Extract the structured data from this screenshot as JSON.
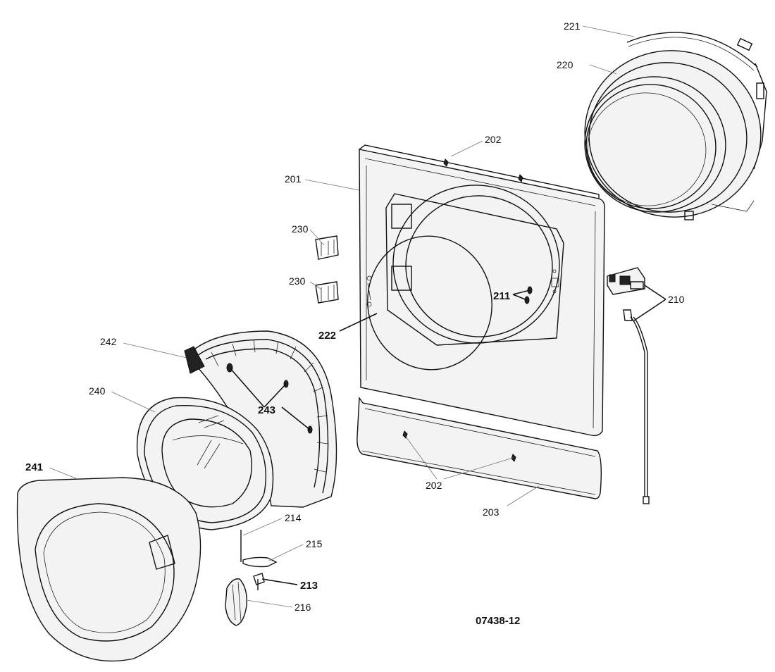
{
  "diagram": {
    "figure_code": "07438-12",
    "labels": {
      "p221": "221",
      "p220": "220",
      "p202_top": "202",
      "p201": "201",
      "p230_a": "230",
      "p230_b": "230",
      "p211": "211",
      "p210": "210",
      "p222": "222",
      "p242": "242",
      "p240": "240",
      "p243": "243",
      "p241": "241",
      "p202_bottom": "202",
      "p203": "203",
      "p214": "214",
      "p215": "215",
      "p213": "213",
      "p216": "216"
    }
  }
}
